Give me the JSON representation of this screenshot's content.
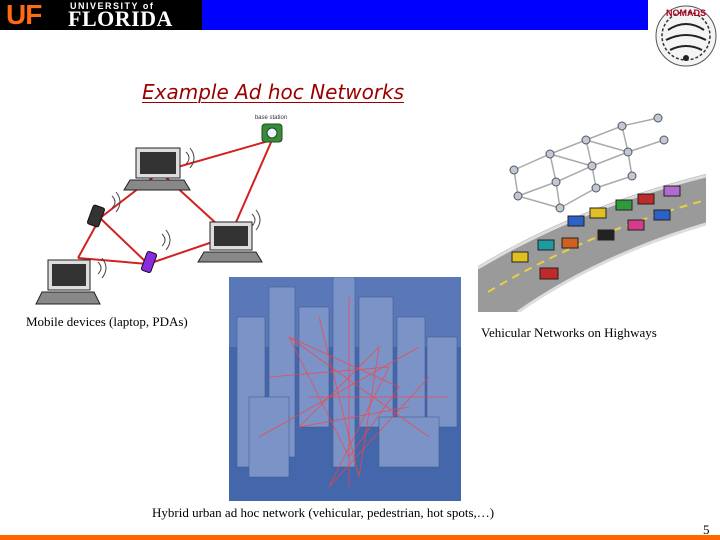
{
  "header": {
    "logo_left": {
      "uf": "UF",
      "university_of": "UNIVERSITY of",
      "florida": "FLORIDA"
    },
    "logo_right": {
      "text": "NOMADS"
    }
  },
  "slide": {
    "title": "Example Ad hoc Networks",
    "panels": {
      "mobile": {
        "base_station_label": "base station"
      }
    },
    "captions": {
      "mobile": "Mobile devices (laptop, PDAs)",
      "vehicular": "Vehicular Networks on Highways",
      "hybrid": "Hybrid urban ad hoc network (vehicular, pedestrian, hot spots,…)"
    },
    "page_number": "5"
  },
  "colors": {
    "header_blue": "#0000ff",
    "title_color": "#990000",
    "accent_orange": "#ff6600",
    "link_red": "#d32020"
  }
}
